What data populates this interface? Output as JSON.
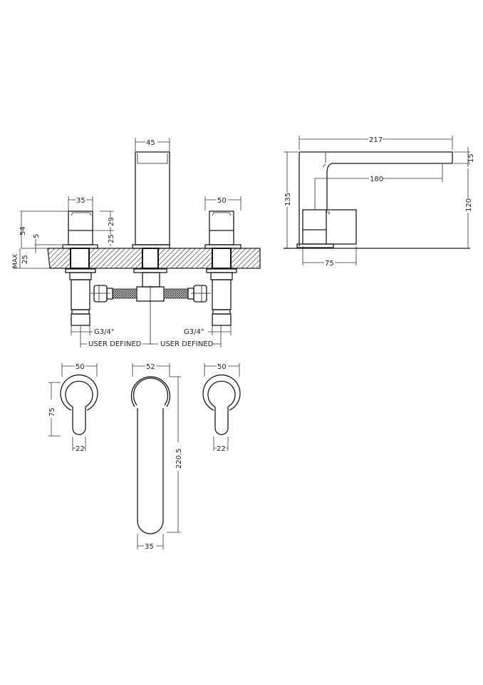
{
  "front_view": {
    "spout_width": "45",
    "left_handle_width": "35",
    "right_handle_width": "50",
    "handle_height_total": "54",
    "handle_upper": "29",
    "handle_lower": "25",
    "base_plate": "5",
    "deck_max_label": "MAX",
    "deck_thickness": "25",
    "left_connection": "G3/4\"",
    "right_connection": "G3/4\"",
    "left_span": "USER DEFINED",
    "right_span": "USER DEFINED"
  },
  "side_view": {
    "overall_length": "217",
    "spout_thickness": "15",
    "projection": "180",
    "overall_height": "135",
    "outlet_height": "120",
    "base_depth": "75"
  },
  "plan_view": {
    "left_handle_diameter": "50",
    "left_handle_length": "75",
    "left_lever_width": "22",
    "spout_diameter": "52",
    "spout_length": "220.5",
    "spout_tip_width": "35",
    "right_handle_diameter": "50",
    "right_lever_width": "22"
  }
}
